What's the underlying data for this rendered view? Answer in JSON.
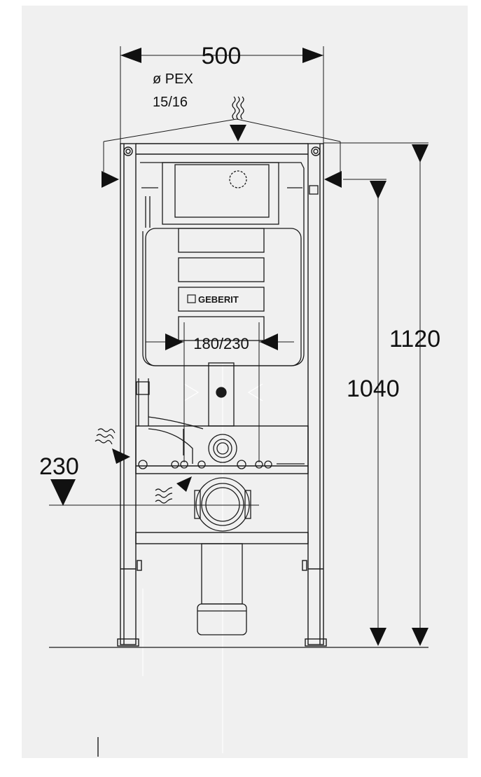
{
  "dimensions": {
    "width_top": "500",
    "pipe_label_line1": "ø PEX",
    "pipe_label_line2": "15/16",
    "height_total": "1120",
    "height_inlet": "1040",
    "flush_plate_width": "180/230",
    "drain_height": "230"
  },
  "brand": {
    "logo_text": "GEBERIT"
  },
  "colors": {
    "background": "#f0f0f0",
    "line": "#1a1a1a",
    "guide": "#ffffff"
  }
}
